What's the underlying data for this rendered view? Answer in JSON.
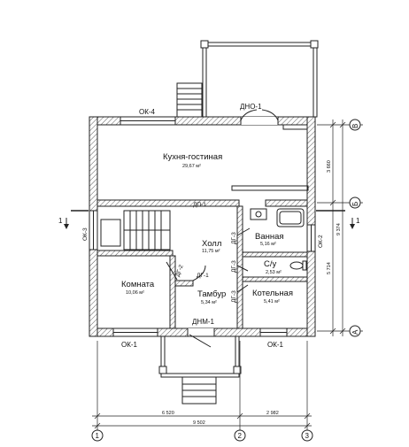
{
  "rooms": {
    "kitchen": {
      "name": "Кухня-гостиная",
      "area": "29,67 м²"
    },
    "hall": {
      "name": "Холл",
      "area": "11,75 м²"
    },
    "bath": {
      "name": "Ванная",
      "area": "5,16 м²"
    },
    "wc": {
      "name": "С/у",
      "area": "2,53 м²"
    },
    "room": {
      "name": "Комната",
      "area": "10,06 м²"
    },
    "vestibule": {
      "name": "Тамбур",
      "area": "5,34 м²"
    },
    "boiler": {
      "name": "Котельная",
      "area": "5,41 м²"
    }
  },
  "tags": {
    "ok4": "ОК-4",
    "dno1": "ДНО-1",
    "dp1": "ДП-1",
    "ok3": "ОК-3",
    "ok2": "ОК-2",
    "dg1": "ДГ-1",
    "dg2": "ДГ-2",
    "dg3a": "ДГ-3",
    "dg3b": "ДГ-3",
    "dg3c": "ДГ-3",
    "dnm1": "ДНМ-1",
    "ok1a": "ОК-1",
    "ok1b": "ОК-1"
  },
  "section_marks": {
    "left": "1",
    "right": "1"
  },
  "axes": {
    "a": "А",
    "b": "Б",
    "v": "В",
    "n1": "1",
    "n2": "2",
    "n3": "3"
  },
  "dimensions": {
    "d3660": "3 660",
    "d5714": "5 714",
    "d9374": "9 374",
    "d6520": "6 520",
    "d2982": "2 982",
    "d9502": "9 502"
  }
}
